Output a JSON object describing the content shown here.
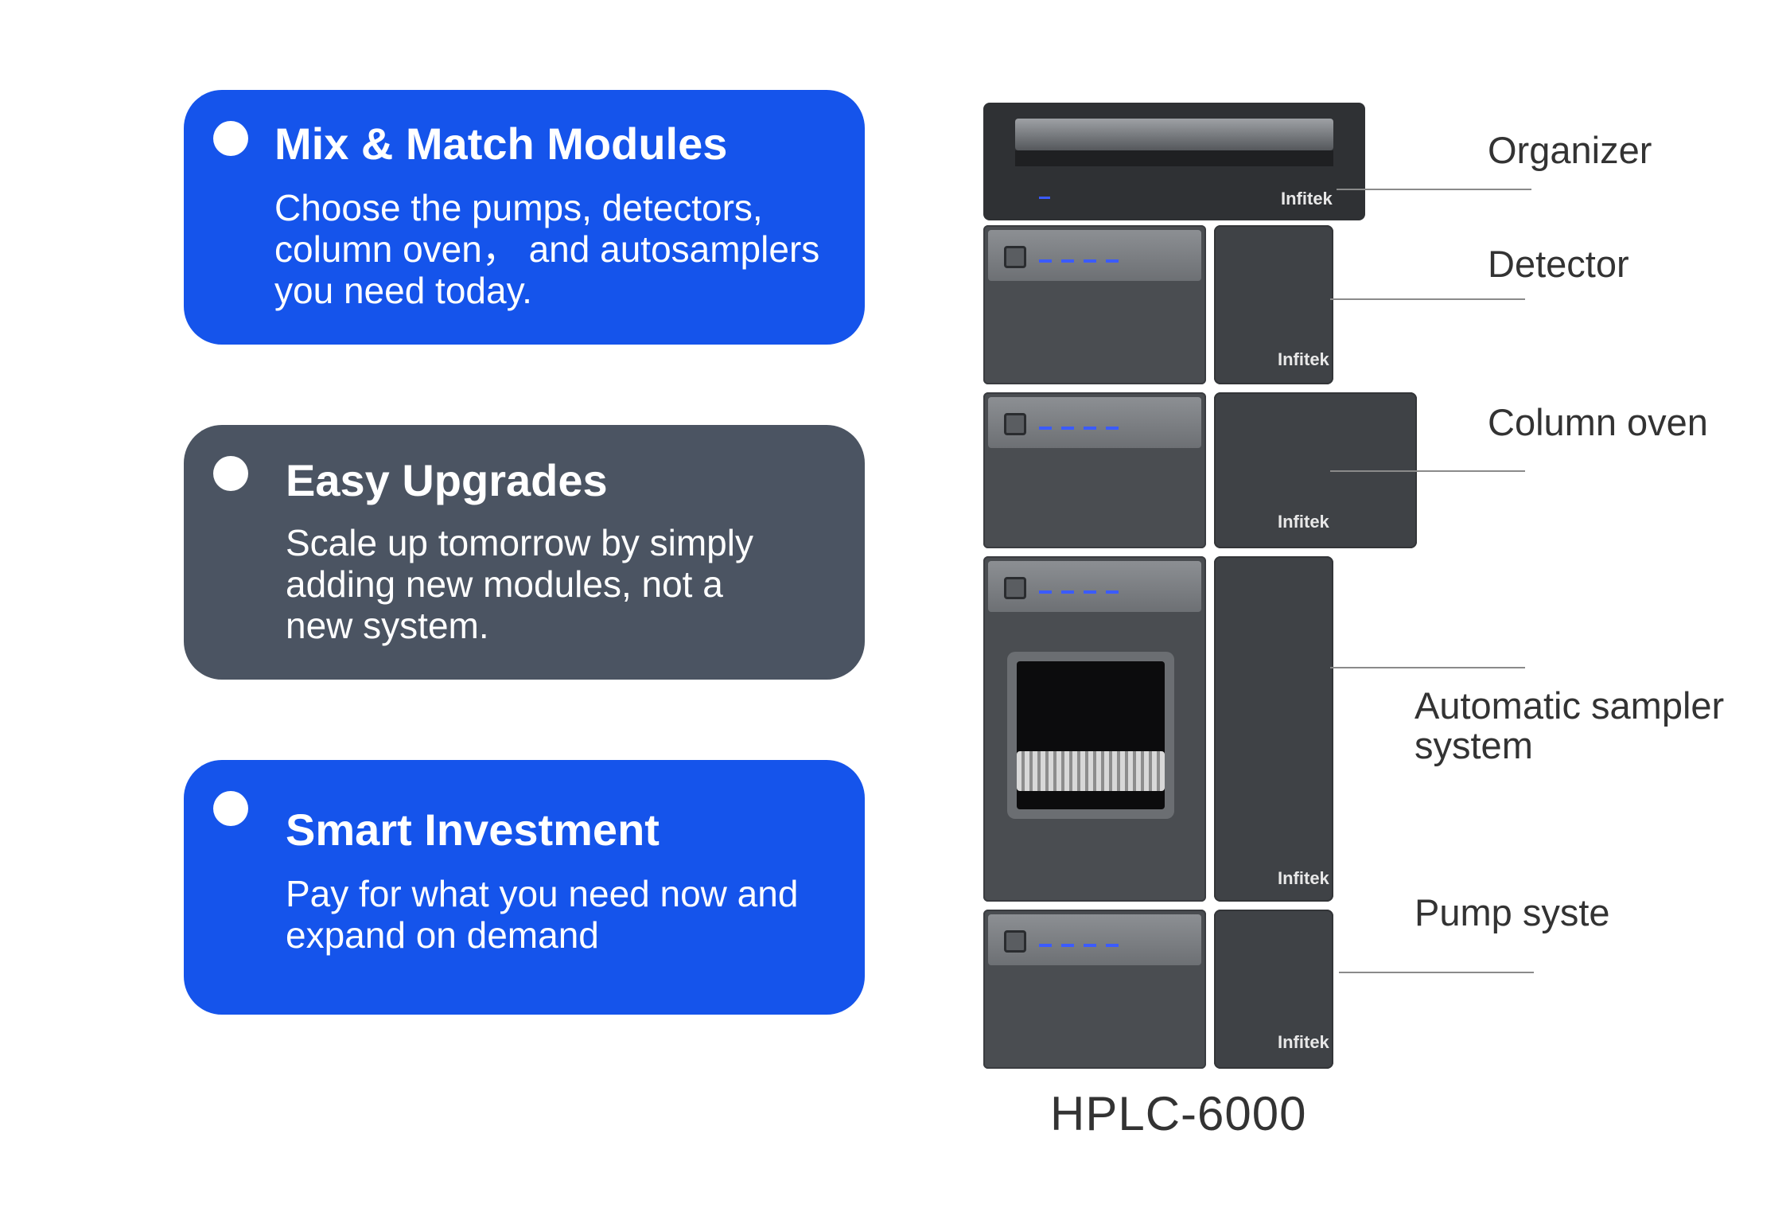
{
  "cards": [
    {
      "title": "Mix & Match Modules",
      "description": "Choose the pumps, detectors, column oven， and autosamplers you need today.",
      "color": "#1554eb"
    },
    {
      "title": "Easy Upgrades",
      "description": "Scale up tomorrow by simply adding new modules, not a new system.",
      "color": "#4b5462"
    },
    {
      "title": "Smart Investment",
      "description": "Pay for what you need now and expand on demand",
      "color": "#1554eb"
    }
  ],
  "product": {
    "model": "HPLC-6000",
    "brand": "Infitek",
    "modules": [
      {
        "label": "Organizer"
      },
      {
        "label": "Detector"
      },
      {
        "label": "Column oven"
      },
      {
        "label": "Automatic sampler system"
      },
      {
        "label": "Pump syste"
      }
    ]
  }
}
